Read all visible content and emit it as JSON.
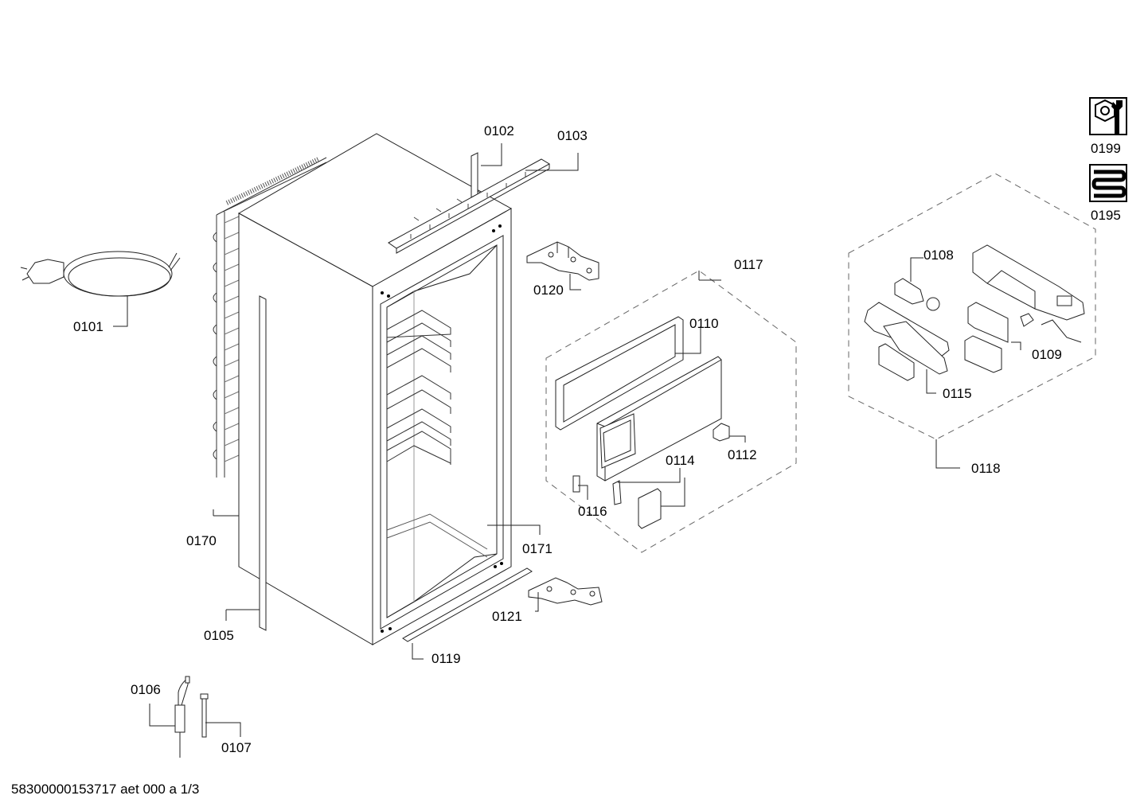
{
  "parts": [
    {
      "id": "p0101",
      "label": "0101"
    },
    {
      "id": "p0102",
      "label": "0102"
    },
    {
      "id": "p0103",
      "label": "0103"
    },
    {
      "id": "p0105",
      "label": "0105"
    },
    {
      "id": "p0106",
      "label": "0106"
    },
    {
      "id": "p0107",
      "label": "0107"
    },
    {
      "id": "p0108",
      "label": "0108"
    },
    {
      "id": "p0109",
      "label": "0109"
    },
    {
      "id": "p0110",
      "label": "0110"
    },
    {
      "id": "p0112",
      "label": "0112"
    },
    {
      "id": "p0114",
      "label": "0114"
    },
    {
      "id": "p0115",
      "label": "0115"
    },
    {
      "id": "p0116",
      "label": "0116"
    },
    {
      "id": "p0117",
      "label": "0117"
    },
    {
      "id": "p0118",
      "label": "0118"
    },
    {
      "id": "p0119",
      "label": "0119"
    },
    {
      "id": "p0120",
      "label": "0120"
    },
    {
      "id": "p0121",
      "label": "0121"
    },
    {
      "id": "p0170",
      "label": "0170"
    },
    {
      "id": "p0171",
      "label": "0171"
    }
  ],
  "icons": {
    "tools": {
      "label": "0199",
      "icon": "wrench-nut-icon"
    },
    "refrigerant": {
      "label": "0195",
      "icon": "coil-icon"
    }
  },
  "footer": "58300000153717 aet 000 a 1/3"
}
